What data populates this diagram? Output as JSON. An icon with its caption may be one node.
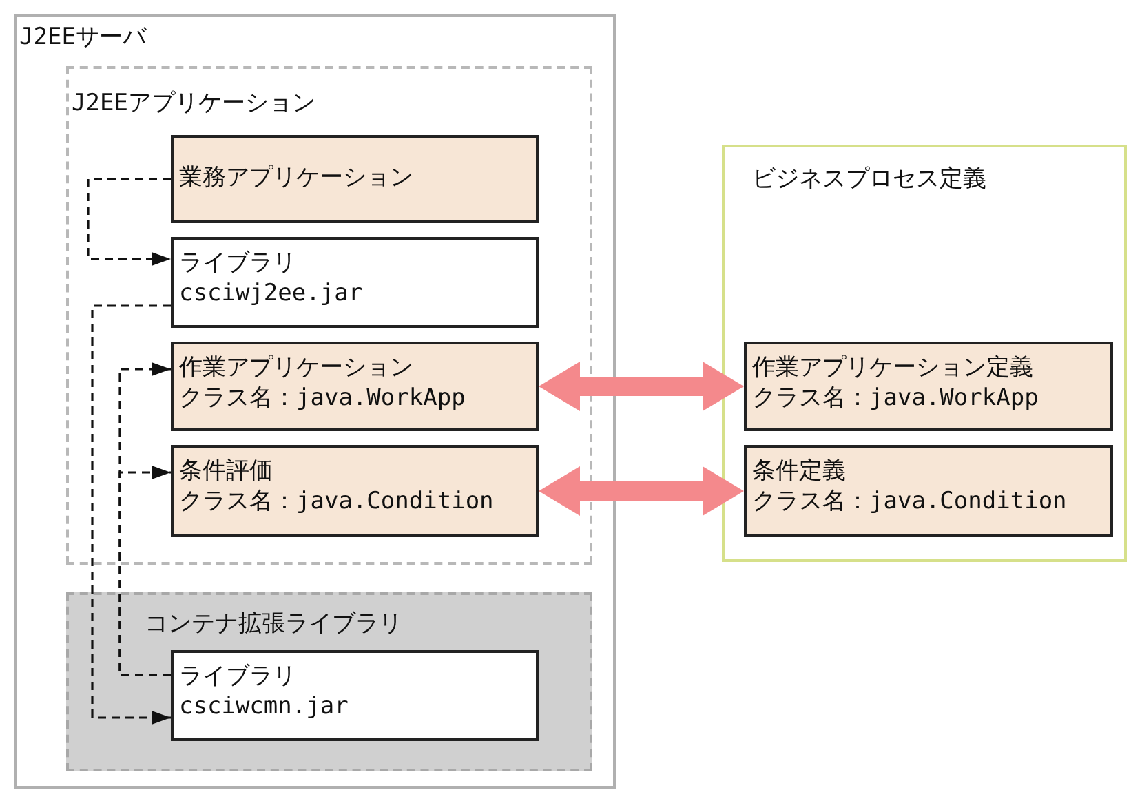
{
  "diagram": {
    "nodes": [
      {
        "text": [
          "J2EEサーバ"
        ]
      },
      {
        "text": [
          "J2EEアプリケーション"
        ],
        "in": 0
      },
      {
        "text": [
          "業務アプリケーション"
        ],
        "in": 1
      },
      {
        "text": [
          "ライブラリ",
          "csciwj2ee.jar"
        ],
        "in": 1
      },
      {
        "text": [
          "作業アプリケーション",
          "クラス名：java.WorkApp"
        ],
        "in": 1
      },
      {
        "text": [
          "条件評価",
          "クラス名：java.Condition"
        ],
        "in": 1
      },
      {
        "text": [
          "コンテナ拡張ライブラリ"
        ],
        "in": 0
      },
      {
        "text": [
          "ライブラリ",
          "csciwcmn.jar"
        ],
        "in": 6
      },
      {
        "text": [
          "ビジネスプロセス定義"
        ]
      },
      {
        "text": [
          "作業アプリケーション定義",
          "クラス名：java.WorkApp"
        ],
        "in": 8
      },
      {
        "text": [
          "条件定義",
          "クラス名：java.Condition"
        ],
        "in": 8
      }
    ],
    "edges": [
      {
        "from": 2,
        "to": 3,
        "arrow": "to",
        "style": "dashed"
      },
      {
        "from": 3,
        "to": 7,
        "arrow": "to",
        "style": "dashed"
      },
      {
        "from": 7,
        "to": 4,
        "arrow": "to",
        "style": "dashed"
      },
      {
        "from": 7,
        "to": 5,
        "arrow": "to",
        "style": "dashed"
      },
      {
        "from": 4,
        "to": 9,
        "arrow": "both",
        "style": "thick",
        "color": "#f4898c"
      },
      {
        "from": 5,
        "to": 10,
        "arrow": "both",
        "style": "thick",
        "color": "#f4898c"
      }
    ]
  }
}
